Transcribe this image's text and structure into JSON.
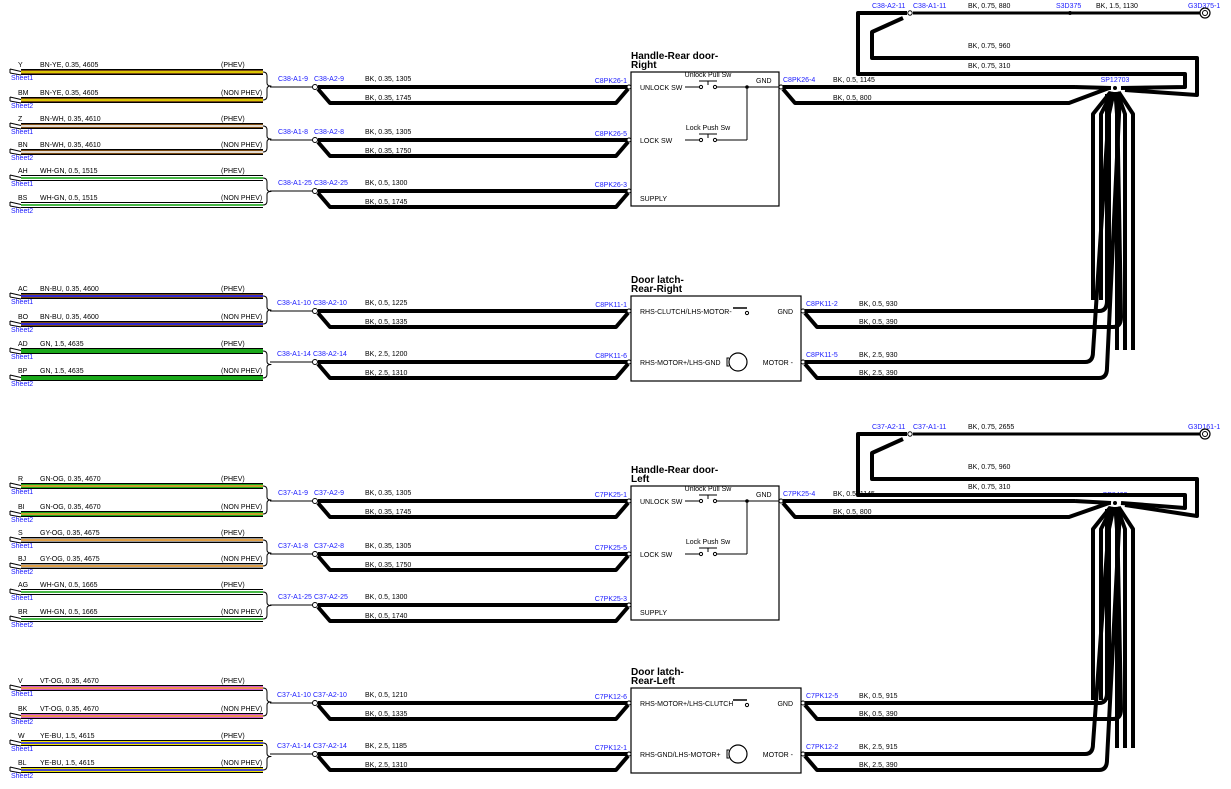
{
  "colors": {
    "conn": "#1a1aff",
    "wire_bk": "#000000",
    "BN-YE": [
      "#7a4a12",
      "#f2e500"
    ],
    "BN-WH": [
      "#7a4a12",
      "#ffffff"
    ],
    "WH-GN": [
      "#ffffff",
      "#1aa81a"
    ],
    "BN-BU": [
      "#7a4a12",
      "#2020ff"
    ],
    "GN": [
      "#1aa81a",
      "#1aa81a"
    ],
    "GN-OG": [
      "#1aa81a",
      "#f0a030"
    ],
    "GY-OG": [
      "#9a9a9a",
      "#f0a030"
    ],
    "VT-OG": [
      "#d05ad0",
      "#f0a030"
    ],
    "YE-BU": [
      "#f2e500",
      "#2020ff"
    ]
  },
  "icons": {
    "harness_arrow": "harness-arrow-icon",
    "switch": "switch-icon",
    "motor": "motor-icon",
    "ground": "ground-icon",
    "splice": "splice-icon"
  },
  "sections": [
    {
      "title": [
        "Handle-Rear door-",
        "Right"
      ],
      "kind": "handle",
      "box_pins": [
        {
          "pin": "C8PK26-1",
          "label": "UNLOCK SW"
        },
        {
          "pin": "C8PK26-5",
          "label": "LOCK SW"
        },
        {
          "pin": "C8PK26-3",
          "label": "SUPPLY"
        }
      ],
      "switches": [
        "Unlock Pull Sw",
        "Lock Push Sw"
      ],
      "gnd_label": "GND",
      "right_pin": "C8PK26-4",
      "right_wires": [
        "BK,  0.5,  1145",
        "BK,  0.5,  800"
      ],
      "splice": "SP12703",
      "feeds": [
        {
          "c1": "C38-A1-9",
          "c2": "C38-A2-9",
          "bk_top": "BK,  0.35,  1305",
          "bk_bot": "BK,  0.35,  1745",
          "wires": [
            {
              "code": "Y",
              "spec": "BN-YE,  0.35,  4605",
              "variant": "(PHEV)",
              "color": "BN-YE",
              "sheet": "Sheet1"
            },
            {
              "code": "BM",
              "spec": "BN-YE,  0.35,  4605",
              "variant": "(NON PHEV)",
              "color": "BN-YE",
              "sheet": "Sheet2"
            }
          ]
        },
        {
          "c1": "C38-A1-8",
          "c2": "C38-A2-8",
          "bk_top": "BK,  0.35,  1305",
          "bk_bot": "BK,  0.35,  1750",
          "wires": [
            {
              "code": "Z",
              "spec": "BN-WH,  0.35,  4610",
              "variant": "(PHEV)",
              "color": "BN-WH",
              "sheet": "Sheet1"
            },
            {
              "code": "BN",
              "spec": "BN-WH,  0.35,  4610",
              "variant": "(NON PHEV)",
              "color": "BN-WH",
              "sheet": "Sheet2"
            }
          ]
        },
        {
          "c1": "C38-A1-25",
          "c2": "C38-A2-25",
          "bk_top": "BK,  0.5,  1300",
          "bk_bot": "BK,  0.5,  1745",
          "wires": [
            {
              "code": "AH",
              "spec": "WH-GN,  0.5,  1515",
              "variant": "(PHEV)",
              "color": "WH-GN",
              "sheet": "Sheet1"
            },
            {
              "code": "BS",
              "spec": "WH-GN,  0.5,  1515",
              "variant": "(NON PHEV)",
              "color": "WH-GN",
              "sheet": "Sheet2"
            }
          ]
        }
      ]
    },
    {
      "title": [
        "Door latch-",
        "Rear-Right"
      ],
      "kind": "latch",
      "box_pins": [
        {
          "pin": "C8PK11-1",
          "label": "RHS-CLUTCH/LHS-MOTOR-"
        },
        {
          "pin": "C8PK11-6",
          "label": "RHS-MOTOR+/LHS-GND"
        }
      ],
      "box_right": [
        "GND",
        "MOTOR -"
      ],
      "right_pins": [
        {
          "pin": "C8PK11-2",
          "top": "BK,  0.5,  930",
          "bot": "BK,  0.5,  390"
        },
        {
          "pin": "C8PK11-5",
          "top": "BK,  2.5,  930",
          "bot": "BK,  2.5,  390"
        }
      ],
      "feeds": [
        {
          "c1": "C38-A1-10",
          "c2": "C38-A2-10",
          "bk_top": "BK,  0.5,  1225",
          "bk_bot": "BK,  0.5,  1335",
          "wires": [
            {
              "code": "AC",
              "spec": "BN-BU,  0.35,  4600",
              "variant": "(PHEV)",
              "color": "BN-BU",
              "sheet": "Sheet1"
            },
            {
              "code": "BO",
              "spec": "BN-BU,  0.35,  4600",
              "variant": "(NON PHEV)",
              "color": "BN-BU",
              "sheet": "Sheet2"
            }
          ]
        },
        {
          "c1": "C38-A1-14",
          "c2": "C38-A2-14",
          "bk_top": "BK,  2.5,  1200",
          "bk_bot": "BK,  2.5,  1310",
          "wires": [
            {
              "code": "AD",
              "spec": "GN,  1.5,  4635",
              "variant": "(PHEV)",
              "color": "GN",
              "sheet": "Sheet1"
            },
            {
              "code": "BP",
              "spec": "GN,  1.5,  4635",
              "variant": "(NON PHEV)",
              "color": "GN",
              "sheet": "Sheet2"
            }
          ]
        }
      ]
    },
    {
      "title": [
        "Handle-Rear door-",
        "Left"
      ],
      "kind": "handle",
      "box_pins": [
        {
          "pin": "C7PK25-1",
          "label": "UNLOCK SW"
        },
        {
          "pin": "C7PK25-5",
          "label": "LOCK SW"
        },
        {
          "pin": "C7PK25-3",
          "label": "SUPPLY"
        }
      ],
      "switches": [
        "Unlock Pull Sw",
        "Lock Push Sw"
      ],
      "gnd_label": "GND",
      "right_pin": "C7PK25-4",
      "right_wires": [
        "BK,  0.5,  1145",
        "BK,  0.5,  800"
      ],
      "splice": "SP8462",
      "feeds": [
        {
          "c1": "C37-A1-9",
          "c2": "C37-A2-9",
          "bk_top": "BK,  0.35,  1305",
          "bk_bot": "BK,  0.35,  1745",
          "wires": [
            {
              "code": "R",
              "spec": "GN-OG,  0.35,  4670",
              "variant": "(PHEV)",
              "color": "GN-OG",
              "sheet": "Sheet1"
            },
            {
              "code": "BI",
              "spec": "GN-OG,  0.35,  4670",
              "variant": "(NON PHEV)",
              "color": "GN-OG",
              "sheet": "Sheet2"
            }
          ]
        },
        {
          "c1": "C37-A1-8",
          "c2": "C37-A2-8",
          "bk_top": "BK,  0.35,  1305",
          "bk_bot": "BK,  0.35,  1750",
          "wires": [
            {
              "code": "S",
              "spec": "GY-OG,  0.35,  4675",
              "variant": "(PHEV)",
              "color": "GY-OG",
              "sheet": "Sheet1"
            },
            {
              "code": "BJ",
              "spec": "GY-OG,  0.35,  4675",
              "variant": "(NON PHEV)",
              "color": "GY-OG",
              "sheet": "Sheet2"
            }
          ]
        },
        {
          "c1": "C37-A1-25",
          "c2": "C37-A2-25",
          "bk_top": "BK,  0.5,  1300",
          "bk_bot": "BK,  0.5,  1740",
          "wires": [
            {
              "code": "AG",
              "spec": "WH-GN,  0.5,  1665",
              "variant": "(PHEV)",
              "color": "WH-GN",
              "sheet": "Sheet1"
            },
            {
              "code": "BR",
              "spec": "WH-GN,  0.5,  1665",
              "variant": "(NON PHEV)",
              "color": "WH-GN",
              "sheet": "Sheet2"
            }
          ]
        }
      ]
    },
    {
      "title": [
        "Door latch-",
        "Rear-Left"
      ],
      "kind": "latch",
      "box_pins": [
        {
          "pin": "C7PK12-6",
          "label": "RHS-MOTOR+/LHS-CLUTCH"
        },
        {
          "pin": "C7PK12-1",
          "label": "RHS-GND/LHS-MOTOR+"
        }
      ],
      "box_right": [
        "GND",
        "MOTOR -"
      ],
      "right_pins": [
        {
          "pin": "C7PK12-5",
          "top": "BK,  0.5,  915",
          "bot": "BK,  0.5,  390"
        },
        {
          "pin": "C7PK12-2",
          "top": "BK,  2.5,  915",
          "bot": "BK,  2.5,  390"
        }
      ],
      "feeds": [
        {
          "c1": "C37-A1-10",
          "c2": "C37-A2-10",
          "bk_top": "BK,  0.5,  1210",
          "bk_bot": "BK,  0.5,  1335",
          "wires": [
            {
              "code": "V",
              "spec": "VT-OG,  0.35,  4670",
              "variant": "(PHEV)",
              "color": "VT-OG",
              "sheet": "Sheet1"
            },
            {
              "code": "BK",
              "spec": "VT-OG,  0.35,  4670",
              "variant": "(NON PHEV)",
              "color": "VT-OG",
              "sheet": "Sheet2"
            }
          ]
        },
        {
          "c1": "C37-A1-14",
          "c2": "C37-A2-14",
          "bk_top": "BK,  2.5,  1185",
          "bk_bot": "BK,  2.5,  1310",
          "wires": [
            {
              "code": "W",
              "spec": "YE-BU,  1.5,  4615",
              "variant": "(PHEV)",
              "color": "YE-BU",
              "sheet": "Sheet1"
            },
            {
              "code": "BL",
              "spec": "YE-BU,  1.5,  4615",
              "variant": "(NON PHEV)",
              "color": "YE-BU",
              "sheet": "Sheet2"
            }
          ]
        }
      ]
    }
  ],
  "grounds": [
    {
      "c2": "C38-A2-11",
      "c1": "C38-A1-11",
      "w1": "BK,  0.75,  880",
      "mid": "S3D375",
      "w2": "BK,  1.5,  1130",
      "end": "G3D375-1",
      "loops": [
        "BK,  0.75,  960",
        "BK,  0.75,  310"
      ]
    },
    {
      "c2": "C37-A2-11",
      "c1": "C37-A1-11",
      "w1": "BK,  0.75,  2655",
      "end": "G3D161-1",
      "loops": [
        "BK,  0.75,  960",
        "BK,  0.75,  310"
      ]
    }
  ]
}
